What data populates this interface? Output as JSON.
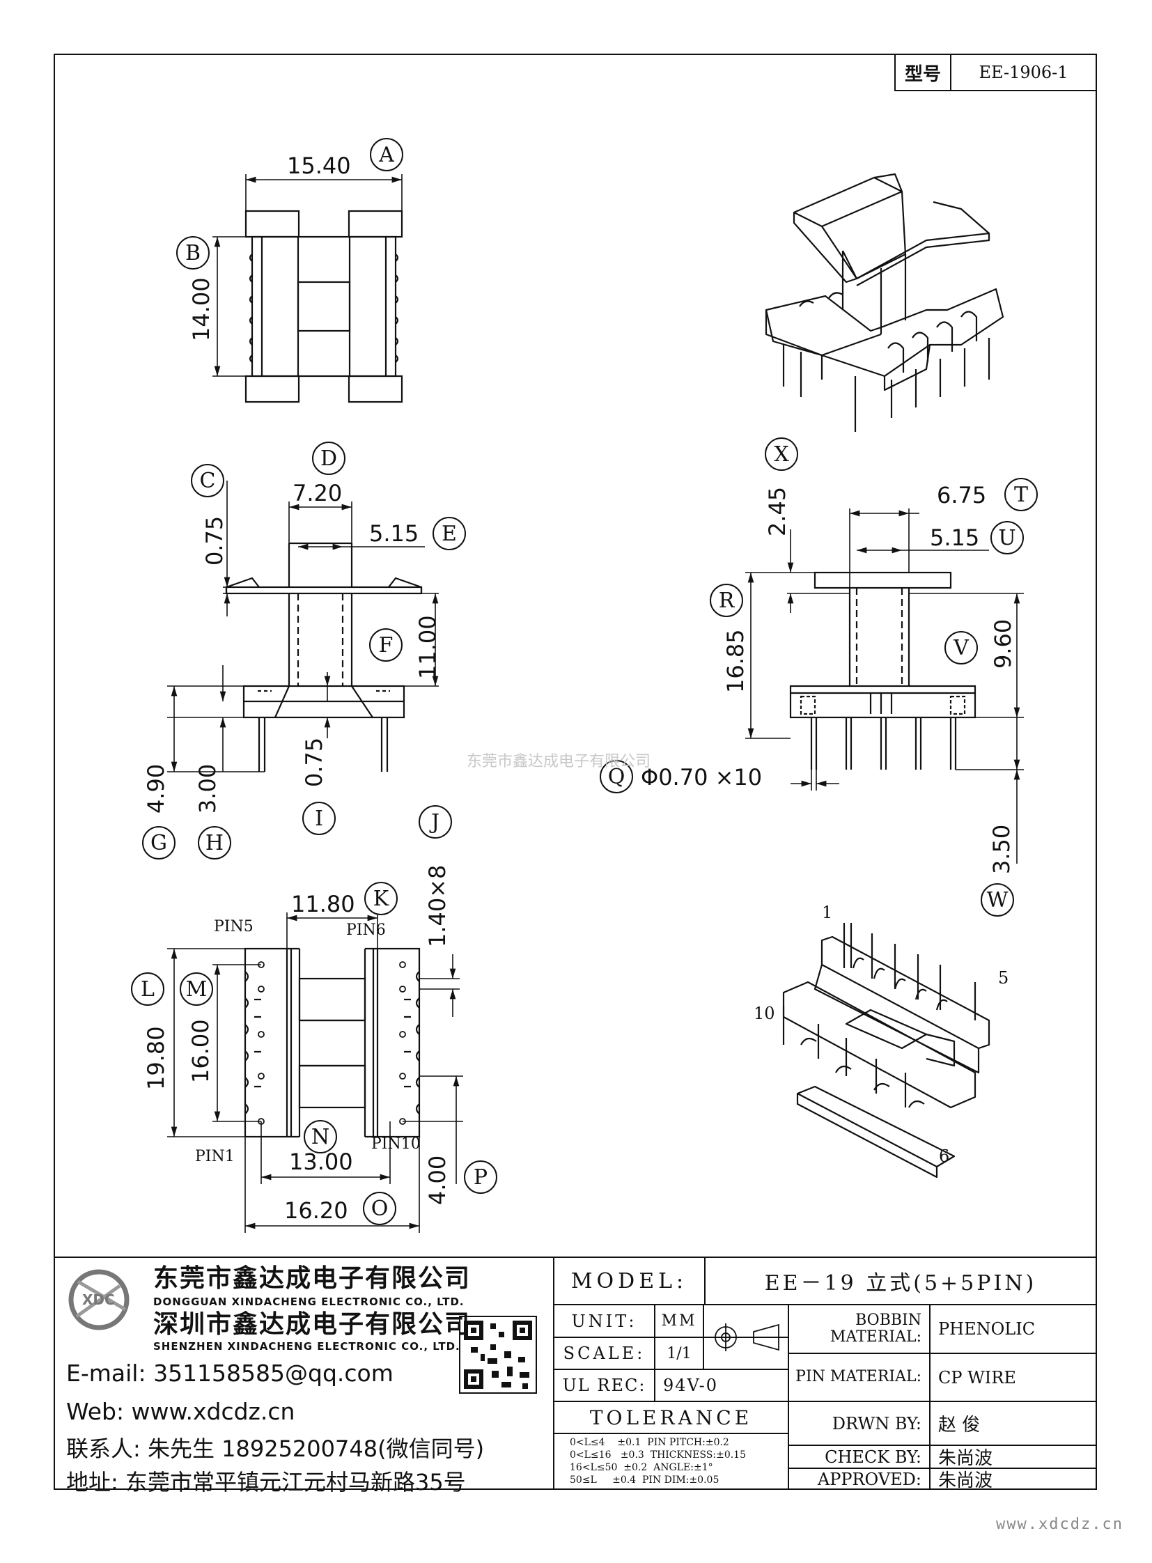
{
  "model_box": {
    "label": "型号",
    "value": "EE-1906-1"
  },
  "dims": {
    "top_view": {
      "width": "15.40",
      "height": "14.00",
      "ref_width": "A",
      "ref_height": "B"
    },
    "front_view": {
      "c": "0.75",
      "d": "7.20",
      "e": "5.15",
      "f": "11.00",
      "g": "4.90",
      "h": "3.00",
      "i": "0.75",
      "ref": [
        "C",
        "D",
        "E",
        "F",
        "G",
        "H",
        "I"
      ]
    },
    "side_view": {
      "x": "2.45",
      "t": "6.75",
      "u": "5.15",
      "r": "16.85",
      "v": "9.60",
      "q": "Φ0.70 ×10",
      "w": "3.50",
      "ref": [
        "X",
        "T",
        "U",
        "R",
        "V",
        "Q",
        "W"
      ]
    },
    "bottom_view": {
      "j": "1.40×8",
      "k": "11.80",
      "l": "19.80",
      "m": "16.00",
      "n": "13.00",
      "o": "16.20",
      "p": "4.00",
      "ref": [
        "J",
        "K",
        "L",
        "M",
        "N",
        "O",
        "P"
      ],
      "pins": [
        "PIN5",
        "PIN6",
        "PIN1",
        "PIN10"
      ]
    },
    "iso_pins": [
      "1",
      "5",
      "10",
      "6"
    ]
  },
  "watermark": "东莞市鑫达成电子有限公司",
  "company": {
    "logo_text": "XDC",
    "name_cn_1": "东莞市鑫达成电子有限公司",
    "name_en_1": "DONGGUAN XINDACHENG ELECTRONIC CO., LTD.",
    "name_cn_2": "深圳市鑫达成电子有限公司",
    "name_en_2": "SHENZHEN XINDACHENG ELECTRONIC CO., LTD.",
    "email": "E-mail: 351158585@qq.com",
    "web": "Web: www.xdcdz.cn",
    "contact": "联系人: 朱先生 18925200748(微信同号)",
    "address": "地址: 东莞市常平镇元江元村马新路35号"
  },
  "title_block": {
    "model_label": "MODEL:",
    "model_value": "EE－19 立式(5+5PIN)",
    "unit_label": "UNIT:",
    "unit_value": "MM",
    "scale_label": "SCALE:",
    "scale_value": "1/1",
    "ul_label": "UL REC:",
    "ul_value": "94V-0",
    "tolerance_label": "TOLERANCE",
    "tolerance_rows": [
      "0<L≤4    ±0.1  PIN PITCH:±0.2",
      "0<L≤16   ±0.3  THICKNESS:±0.15",
      "16<L≤50  ±0.2  ANGLE:±1°",
      "50≤L     ±0.4  PIN DIM:±0.05"
    ],
    "bobbin_label": "BOBBIN MATERIAL:",
    "bobbin_value": "PHENOLIC",
    "pin_label": "PIN MATERIAL:",
    "pin_value": "CP WIRE",
    "drawn_label": "DRWN BY:",
    "drawn_value": "赵 俊",
    "check_label": "CHECK BY:",
    "check_value": "朱尚波",
    "approved_label": "APPROVED:",
    "approved_value": "朱尚波"
  },
  "footer_url": "www.xdcdz.cn"
}
